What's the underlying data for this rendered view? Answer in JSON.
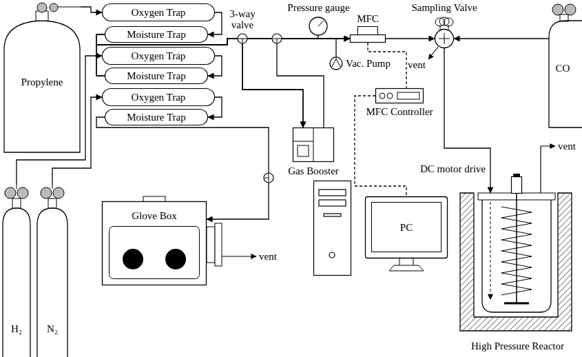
{
  "diagram": {
    "nodes": [
      {
        "text": [
          "Propylene"
        ]
      },
      {
        "text": [
          "Oxygen Trap"
        ]
      },
      {
        "text": [
          "Moisture Trap"
        ]
      },
      {
        "text": [
          "Oxygen Trap"
        ]
      },
      {
        "text": [
          "Moisture Trap"
        ]
      },
      {
        "text": [
          "Oxygen Trap"
        ]
      },
      {
        "text": [
          "Moisture Trap"
        ]
      },
      {
        "text": [
          "H₂"
        ]
      },
      {
        "text": [
          "N₂"
        ]
      },
      {
        "text": [
          "Glove Box"
        ]
      },
      {
        "text": [
          "Gas Booster"
        ]
      },
      {
        "text": [
          "MFC"
        ]
      },
      {
        "text": [
          "Pressure gauge"
        ]
      },
      {
        "text": [
          "MFC Controller"
        ]
      },
      {
        "text": [
          "PC"
        ]
      },
      {
        "text": [
          "Vac. Pump"
        ]
      },
      {
        "text": [
          "Sampling Valve"
        ]
      },
      {
        "text": [
          "CO"
        ]
      },
      {
        "text": [
          "High Pressure Reactor"
        ]
      },
      {
        "text": [
          "DC motor drive"
        ]
      }
    ],
    "edges": [
      {
        "from": 0,
        "to": 1,
        "arrow": "to"
      },
      {
        "from": 1,
        "to": 2,
        "arrow": "to"
      },
      {
        "from": 7,
        "to": 3,
        "arrow": "to"
      },
      {
        "from": 3,
        "to": 4,
        "arrow": "to"
      },
      {
        "from": 8,
        "to": 5,
        "arrow": "to"
      },
      {
        "from": 5,
        "to": 6,
        "arrow": "to"
      },
      {
        "from": 2,
        "to": 11,
        "arrow": "to"
      },
      {
        "from": 4,
        "to": 11,
        "arrow": "to"
      },
      {
        "from": 2,
        "to": 10,
        "arrow": "to"
      },
      {
        "from": 4,
        "to": 10,
        "arrow": "to"
      },
      {
        "from": 10,
        "to": 11,
        "arrow": "to"
      },
      {
        "from": 6,
        "to": 9,
        "arrow": "to"
      },
      {
        "from": 12,
        "to": 11,
        "arrow": "none"
      },
      {
        "from": 15,
        "to": 11,
        "arrow": "none"
      },
      {
        "from": 11,
        "to": 16,
        "arrow": "to"
      },
      {
        "from": 17,
        "to": 16,
        "arrow": "to"
      },
      {
        "from": 16,
        "to": 18,
        "arrow": "to"
      },
      {
        "from": 11,
        "to": 13,
        "arrow": "none"
      },
      {
        "from": 13,
        "to": 14,
        "arrow": "none"
      }
    ],
    "labels": [
      "3-way valve",
      "vent",
      "vent",
      "vent"
    ]
  }
}
